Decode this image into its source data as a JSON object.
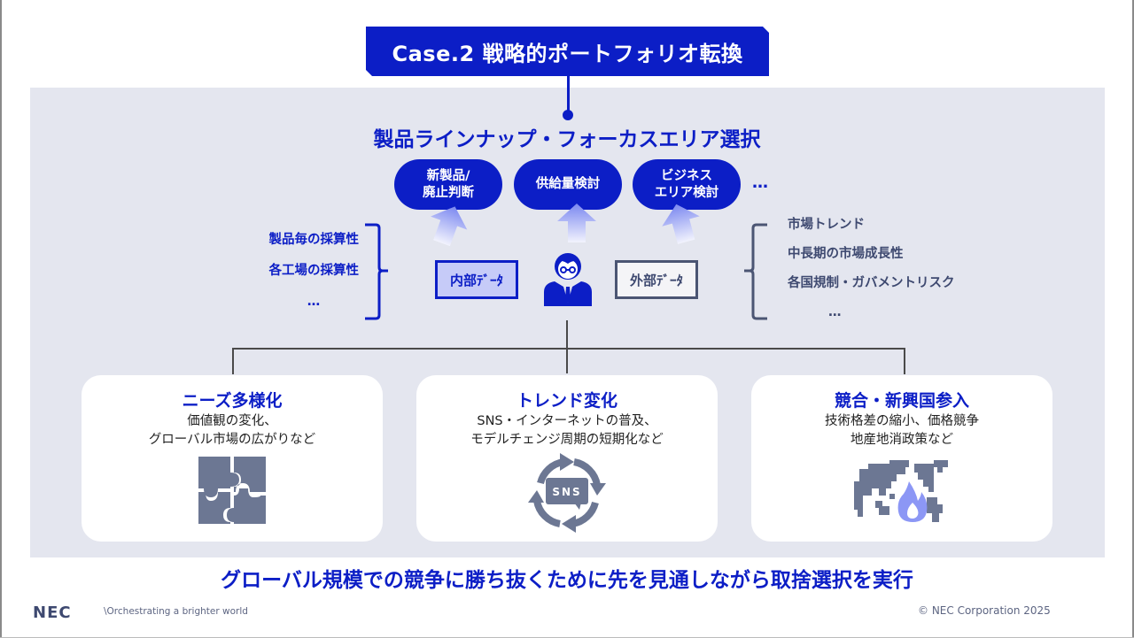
{
  "header": {
    "case_title": "Case.2 戦略的ポートフォリオ転換",
    "section_title": "製品ラインナップ・フォーカスエリア選択"
  },
  "decisions": [
    {
      "line1": "新製品/",
      "line2": "廃止判断"
    },
    {
      "line1": "供給量検討",
      "line2": ""
    },
    {
      "line1": "ビジネス",
      "line2": "エリア検討"
    }
  ],
  "decisions_more": "…",
  "internal": {
    "label": "内部ﾃﾞｰﾀ",
    "items": [
      "製品毎の採算性",
      "各工場の採算性",
      "…"
    ]
  },
  "external": {
    "label": "外部ﾃﾞｰﾀ",
    "items": [
      "市場トレンド",
      "中長期の市場成長性",
      "各国規制・ガバメントリスク",
      "…"
    ]
  },
  "cards": [
    {
      "title": "ニーズ多様化",
      "desc1": "価値観の変化、",
      "desc2": "グローバル市場の広がりなど",
      "icon": "puzzle-icon"
    },
    {
      "title": "トレンド変化",
      "desc1": "SNS・インターネットの普及、",
      "desc2": "モデルチェンジ周期の短期化など",
      "icon": "sns-cycle-icon",
      "icon_text": "SNS"
    },
    {
      "title": "競合・新興国参入",
      "desc1": "技術格差の縮小、価格競争",
      "desc2": "地産地消政策など",
      "icon": "world-map-fire-icon"
    }
  ],
  "bottom_message": "グローバル規模での競争に勝ち抜くために先を見通しながら取捨選択を実行",
  "footer": {
    "logo": "NEC",
    "tagline": "\\Orchestrating a brighter world",
    "copyright": "© NEC Corporation 2025"
  },
  "colors": {
    "accent": "#0c1ec6",
    "panel_bg": "#e4e6ef",
    "icon_gray": "#6c7793",
    "external_text": "#3e4970"
  }
}
